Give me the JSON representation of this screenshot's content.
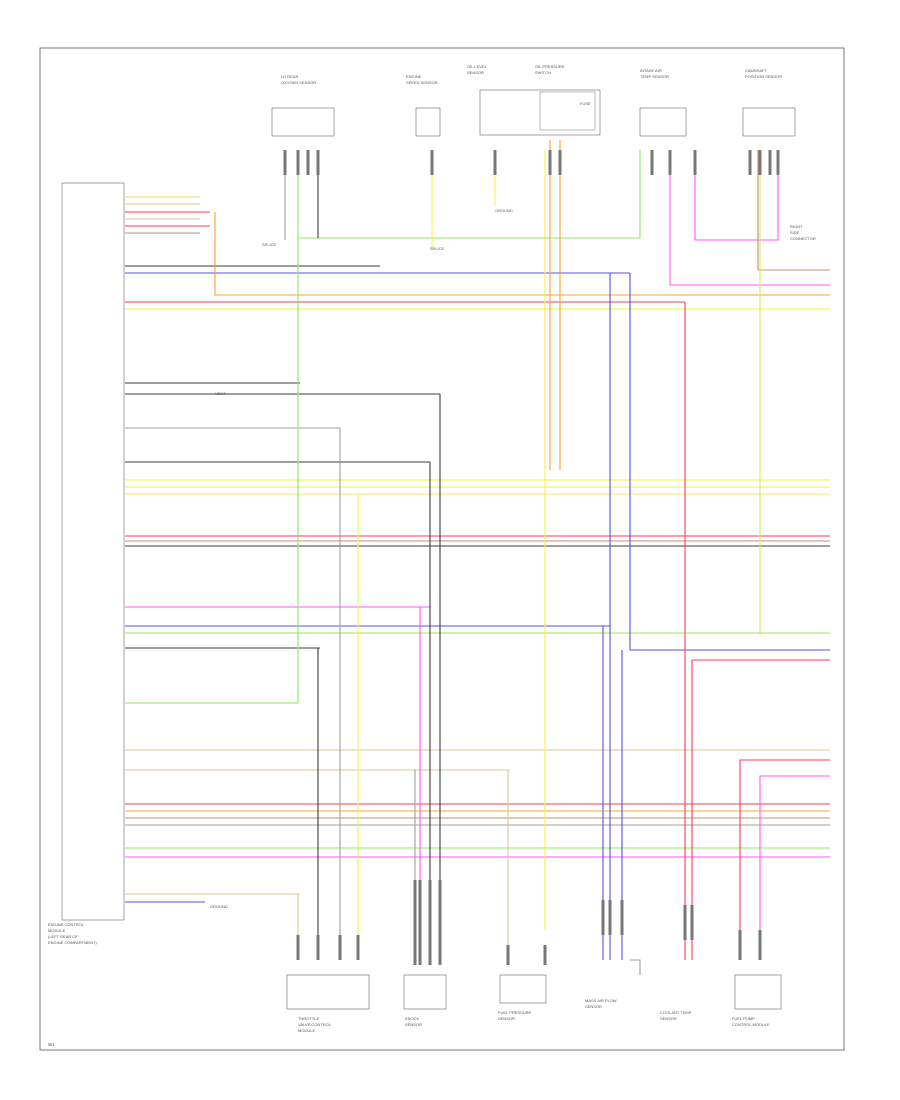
{
  "diagram": {
    "page_marker": "W1",
    "module_label": [
      "ENGINE CONTROL",
      "MODULE",
      "(LEFT REAR OF",
      "ENGINE COMPARTMENT)"
    ],
    "top_components": [
      [
        "LH REAR",
        "OXYGEN SENSOR"
      ],
      [
        "ENGINE",
        "SPEED SENSOR"
      ],
      [
        "OIL LEVEL",
        "SENSOR"
      ],
      [
        "OIL PRESSURE",
        "SWITCH"
      ],
      [
        "INTAKE AIR",
        "TEMP SENSOR"
      ],
      [
        "CAMSHAFT",
        "POSITION SENSOR"
      ]
    ],
    "bottom_components": [
      [
        "THROTTLE",
        "VALVE CONTROL",
        "MODULE"
      ],
      [
        "KNOCK",
        "SENSOR"
      ],
      [
        "FUEL PRESSURE",
        "SENSOR"
      ],
      [
        "MASS AIR FLOW",
        "SENSOR"
      ],
      [
        "COOLANT TEMP",
        "SENSOR"
      ],
      [
        "FUEL PUMP",
        "CONTROL MODULE"
      ]
    ],
    "notes": {
      "fuse": "FUSE",
      "ground": "GROUND",
      "splice": "SPLICE",
      "vent": "VENT",
      "right": [
        "RIGHT",
        "SIDE",
        "CONNECTOR"
      ]
    }
  },
  "colors": {
    "yellow": "#f2f24a",
    "green": "#8fe860",
    "blue": "#5252e8",
    "red": "#ff3a5a",
    "pink": "#ff58ff",
    "orange": "#ffa030",
    "brown": "#b89468",
    "black": "#3c3c3c",
    "gray": "#a0a0a0",
    "tan": "#d8c890",
    "yellowgreen": "#d8e860"
  }
}
